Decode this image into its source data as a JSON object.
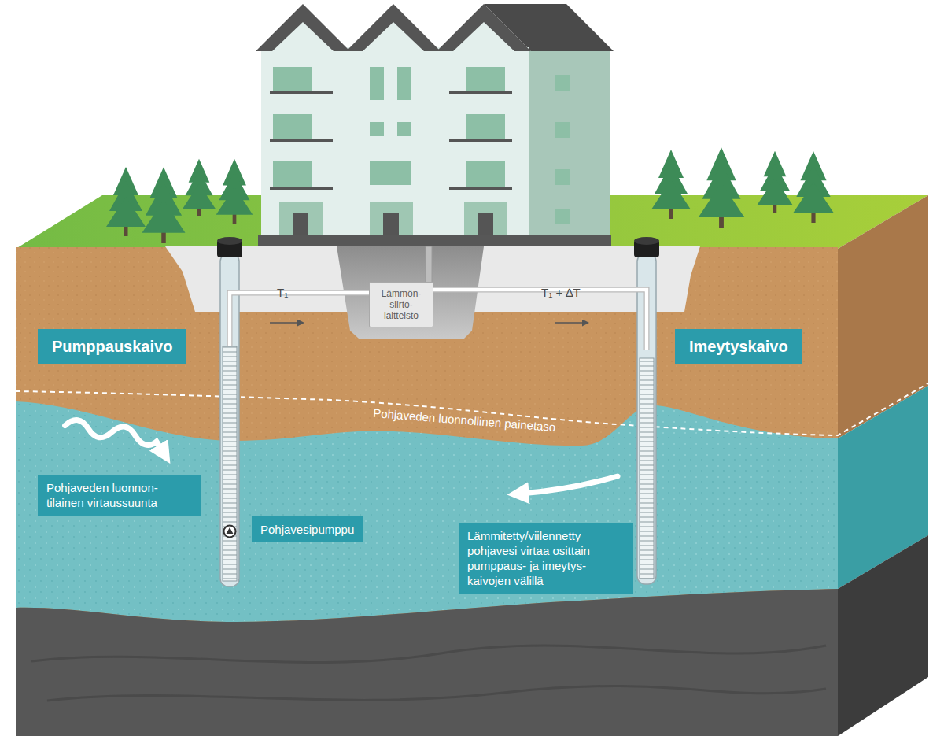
{
  "diagram": {
    "nodes": [
      {
        "text": [
          "Lämmön- siirto- laitteisto"
        ]
      },
      {
        "text": [
          "Pumppauskaivo"
        ]
      },
      {
        "text": [
          "Imeytyskaivo"
        ]
      },
      {
        "text": [
          "Pohjaveden luonnon- tilainen virtaussuunta"
        ]
      },
      {
        "text": [
          "Pohjavesipumppu"
        ]
      },
      {
        "text": [
          "Lämmitetty/viilennetty pohjavesi virtaa osittain pumppaus- ja imeytys- kaivojen välillä"
        ]
      }
    ],
    "labels": [
      "T₁",
      "T₁ + ∆T",
      "Pohjaveden luonnollinen painetaso"
    ]
  }
}
